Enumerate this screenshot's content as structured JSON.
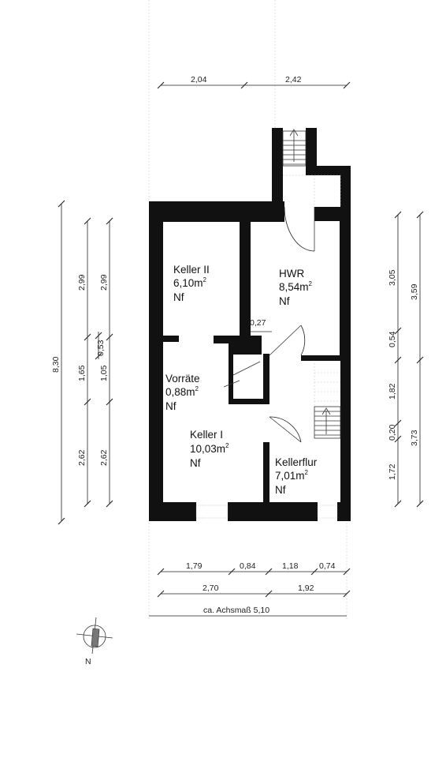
{
  "rooms": {
    "keller2": {
      "name": "Keller II",
      "area": "6,10m",
      "sup": "2",
      "type": "Nf"
    },
    "hwr": {
      "name": "HWR",
      "area": "8,54m",
      "sup": "2",
      "type": "Nf"
    },
    "vorraete": {
      "name": "Vorräte",
      "area": "0,88m",
      "sup": "2",
      "type": "Nf"
    },
    "keller1": {
      "name": "Keller I",
      "area": "10,03m",
      "sup": "2",
      "type": "Nf"
    },
    "kellerflur": {
      "name": "Kellerflur",
      "area": "7,01m",
      "sup": "2",
      "type": "Nf"
    }
  },
  "dimensions": {
    "top": [
      "2,04",
      "2,42"
    ],
    "bottom_row1": [
      "1,79",
      "0,84",
      "1,18",
      "0,74"
    ],
    "bottom_row2": [
      "2,70",
      "1,92"
    ],
    "bottom_total": "ca. Achsmaß 5,10",
    "left_total": "8,30",
    "left_col1": [
      "2,99",
      "1,65",
      "2,62"
    ],
    "left_col2a": [
      "0,53"
    ],
    "left_col3": [
      "2,99",
      "1,05",
      "2,62"
    ],
    "right_col1": [
      "3,05",
      "0,54",
      "1,82",
      "0,20",
      "1,72"
    ],
    "right_col2": [
      "3,59",
      "3,73"
    ],
    "inner": "0,27"
  },
  "north": {
    "label": "N"
  }
}
